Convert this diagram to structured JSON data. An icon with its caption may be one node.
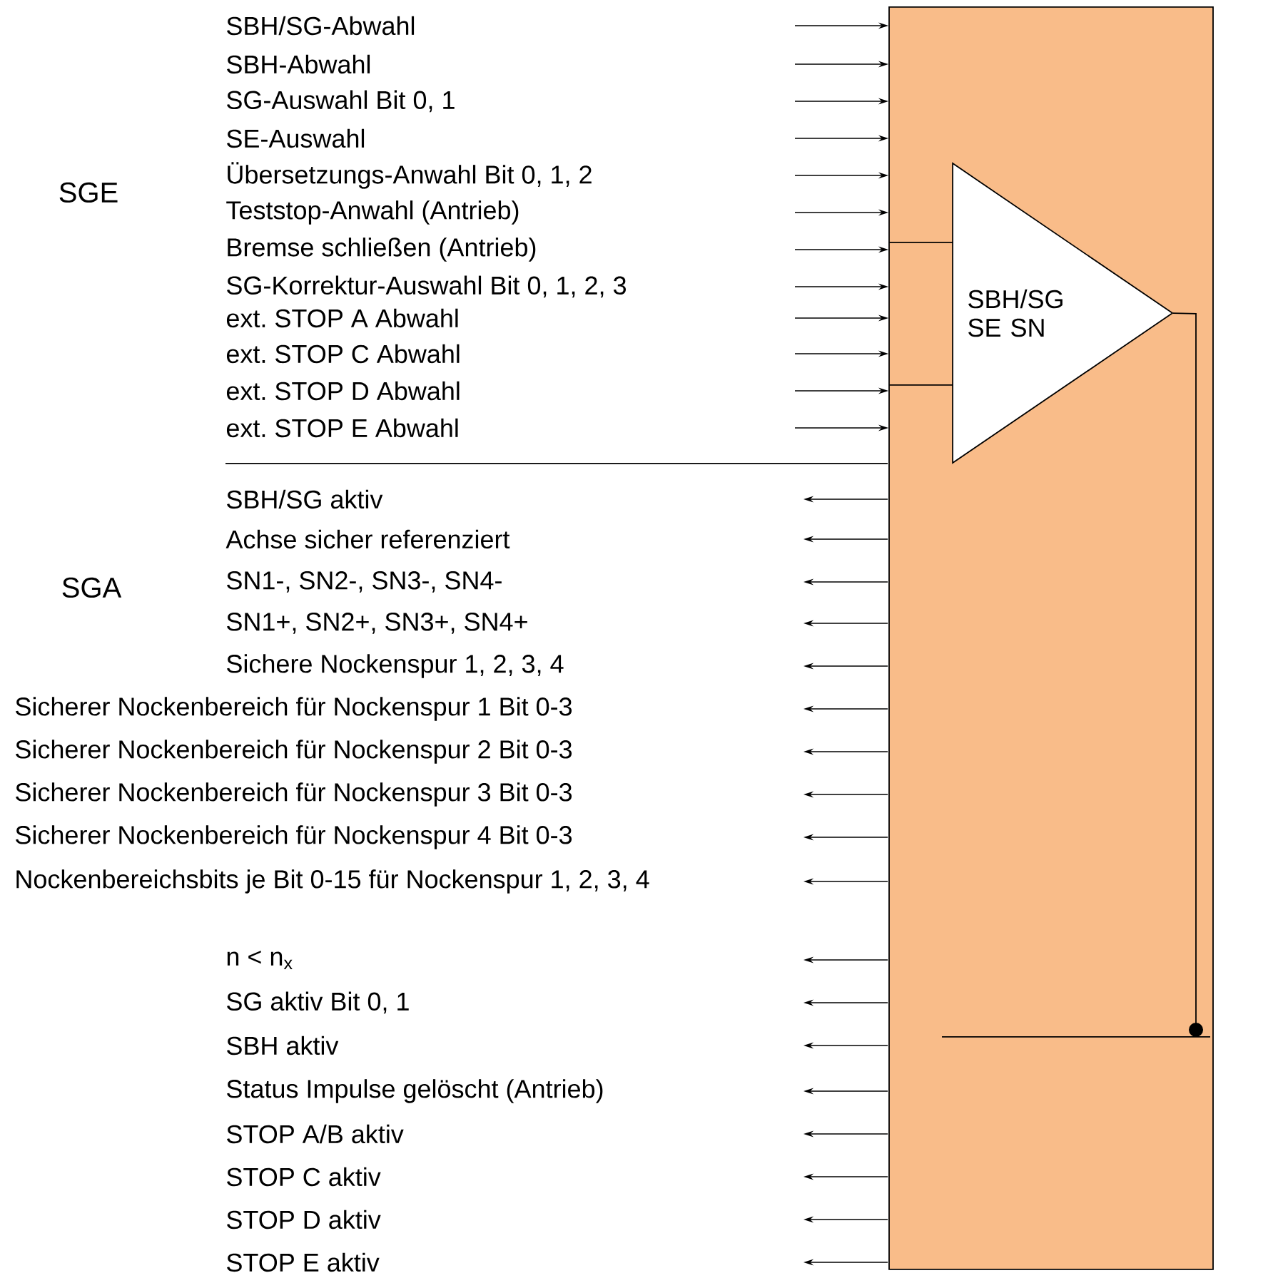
{
  "diagram": {
    "nodes": [
      {
        "text": [],
        "shape": "box"
      },
      {
        "text": [
          "SBH/SG SE SN"
        ],
        "in": 0
      }
    ],
    "edges": [
      {
        "from": null,
        "to": 0,
        "arrow": "to"
      },
      {
        "from": null,
        "to": 0,
        "arrow": "to"
      },
      {
        "from": null,
        "to": 0,
        "arrow": "to"
      },
      {
        "from": null,
        "to": 0,
        "arrow": "to"
      },
      {
        "from": null,
        "to": 0,
        "arrow": "to"
      },
      {
        "from": null,
        "to": 0,
        "arrow": "to"
      },
      {
        "from": null,
        "to": 0,
        "arrow": "to"
      },
      {
        "from": null,
        "to": 0,
        "arrow": "to"
      },
      {
        "from": null,
        "to": 0,
        "arrow": "to"
      },
      {
        "from": null,
        "to": 0,
        "arrow": "to"
      },
      {
        "from": null,
        "to": 0,
        "arrow": "to"
      },
      {
        "from": null,
        "to": 0,
        "arrow": "to"
      },
      {
        "from": null,
        "to": 1,
        "arrow": "none"
      },
      {
        "from": null,
        "to": 1,
        "arrow": "none"
      },
      {
        "from": 1,
        "to": null,
        "arrow": "other"
      },
      {
        "from": 0,
        "to": null,
        "arrow": "to"
      },
      {
        "from": 0,
        "to": null,
        "arrow": "to"
      },
      {
        "from": 0,
        "to": null,
        "arrow": "to"
      },
      {
        "from": 0,
        "to": null,
        "arrow": "to"
      },
      {
        "from": 0,
        "to": null,
        "arrow": "to"
      },
      {
        "from": 0,
        "to": null,
        "arrow": "to"
      },
      {
        "from": 0,
        "to": null,
        "arrow": "to"
      },
      {
        "from": 0,
        "to": null,
        "arrow": "to"
      },
      {
        "from": 0,
        "to": null,
        "arrow": "to"
      },
      {
        "from": 0,
        "to": null,
        "arrow": "to"
      },
      {
        "from": 0,
        "to": null,
        "arrow": "to"
      },
      {
        "from": 0,
        "to": null,
        "arrow": "to"
      },
      {
        "from": 0,
        "to": null,
        "arrow": "to"
      },
      {
        "from": 0,
        "to": null,
        "arrow": "to"
      },
      {
        "from": 0,
        "to": null,
        "arrow": "to"
      },
      {
        "from": 0,
        "to": null,
        "arrow": "to"
      },
      {
        "from": 0,
        "to": null,
        "arrow": "to"
      },
      {
        "from": 0,
        "to": null,
        "arrow": "to"
      }
    ],
    "labels": [
      "SGE",
      "SBH/SG-Abwahl",
      "SBH-Abwahl",
      "SG-Auswahl Bit 0, 1",
      "SE-Auswahl",
      "Übersetzungs-Anwahl Bit 0, 1, 2",
      "Teststop-Anwahl (Antrieb)",
      "Bremse schließen (Antrieb)",
      "SG-Korrektur-Auswahl Bit 0, 1, 2, 3",
      "ext. STOP A Abwahl",
      "ext. STOP C Abwahl",
      "ext. STOP D Abwahl",
      "ext. STOP E Abwahl",
      "SGA",
      "SBH/SG aktiv",
      "Achse sicher referenziert",
      "SN1-, SN2-, SN3-, SN4-",
      "SN1+, SN2+, SN3+, SN4+",
      "Sichere Nockenspur 1, 2, 3, 4",
      "Sicherer Nockenbereich für Nockenspur 1 Bit 0-3",
      "Sicherer Nockenbereich für Nockenspur 2 Bit 0-3",
      "Sicherer Nockenbereich für Nockenspur 3 Bit 0-3",
      "Sicherer Nockenbereich für Nockenspur 4 Bit 0-3",
      "Nockenbereichsbits je Bit 0-15 für Nockenspur 1, 2, 3, 4",
      "n < n$_{x}$",
      "SG aktiv Bit 0, 1",
      "SBH aktiv",
      "Status Impulse gelöscht (Antrieb)",
      "STOP A/B aktiv",
      "STOP C aktiv",
      "STOP D aktiv",
      "STOP E aktiv"
    ]
  }
}
